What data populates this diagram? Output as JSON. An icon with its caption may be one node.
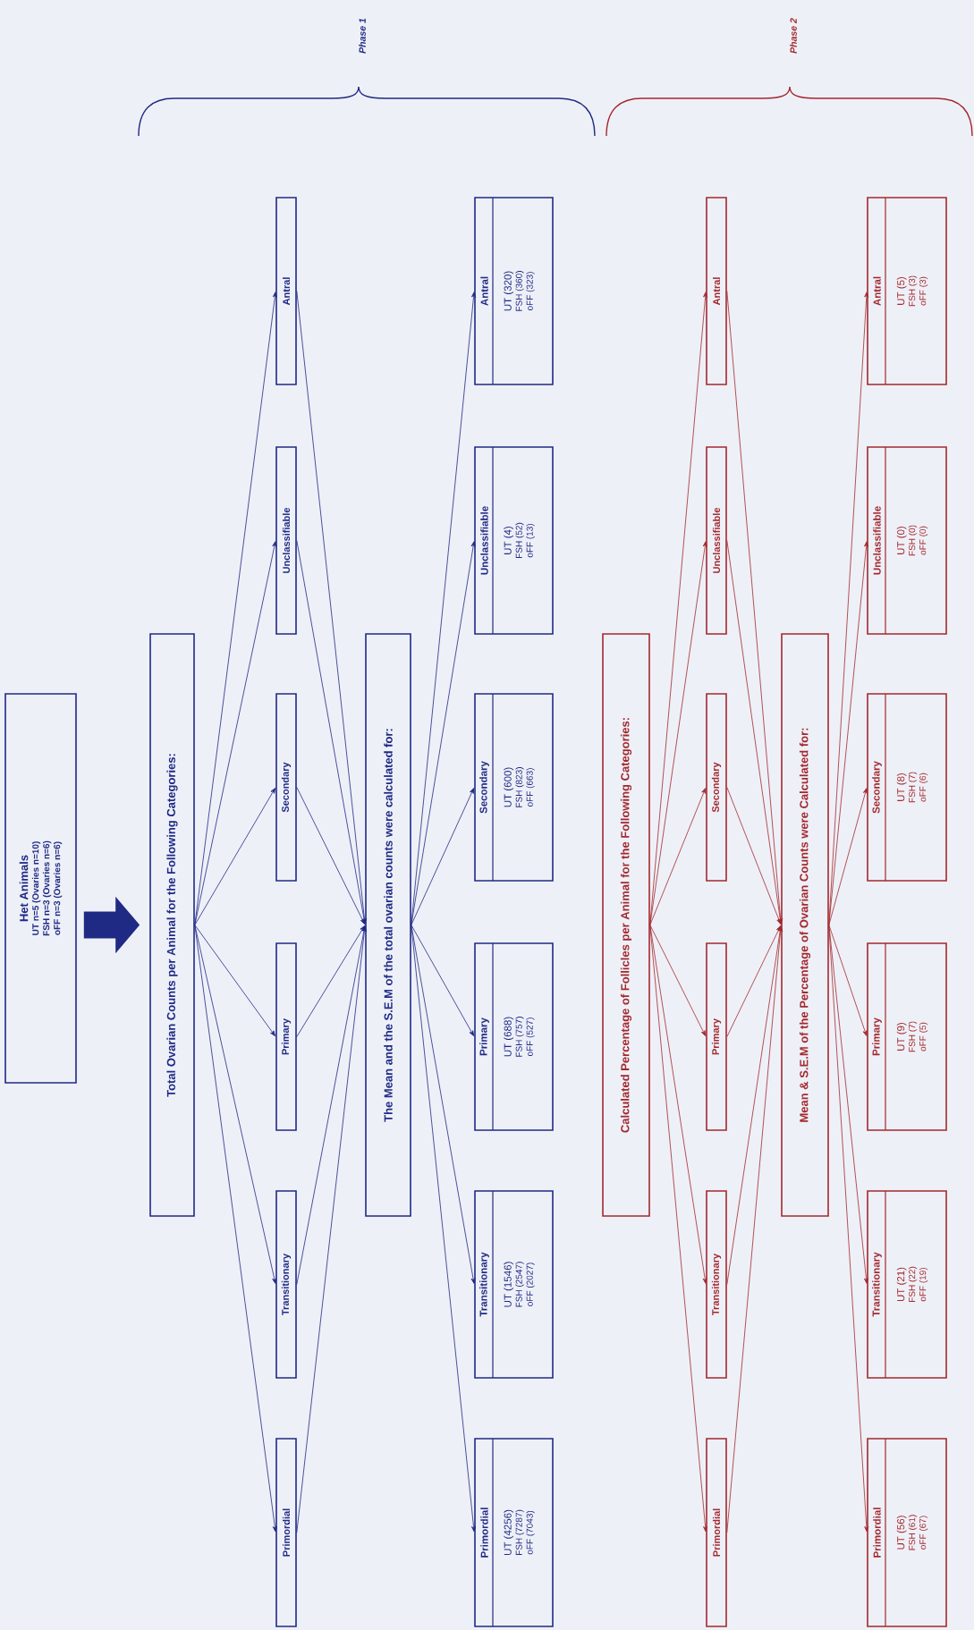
{
  "diagram": {
    "nodes": [
      {
        "text": [
          "Het Animals",
          "UT n=5 (Ovaries n=10)",
          "FSH n=3 (Ovaries n=6)",
          "oFF n=3 (Ovaries n=6)"
        ]
      },
      {
        "text": [
          "Total Ovarian Counts per Animal for the Following Categories:"
        ]
      },
      {
        "text": [
          "Primordial"
        ]
      },
      {
        "text": [
          "Transitionary"
        ]
      },
      {
        "text": [
          "Primary"
        ]
      },
      {
        "text": [
          "Secondary"
        ]
      },
      {
        "text": [
          "Unclassifiable"
        ]
      },
      {
        "text": [
          "Antral"
        ]
      },
      {
        "text": [
          "The Mean and the S.E.M of the total ovarian counts were calculated for:"
        ]
      },
      {
        "text": [
          "Primordial",
          "UT (4256)",
          "FSH (7287)",
          "oFF (7043)"
        ]
      },
      {
        "text": [
          "Transitionary",
          "UT (1546)",
          "FSH (2547)",
          "oFF (2027)"
        ]
      },
      {
        "text": [
          "Primary",
          "UT (688)",
          "FSH (757)",
          "oFF (527)"
        ]
      },
      {
        "text": [
          "Secondary",
          "UT (600)",
          "FSH (823)",
          "oFF (663)"
        ]
      },
      {
        "text": [
          "Unclassifiable",
          "UT (4)",
          "FSH (52)",
          "oFF (13)"
        ]
      },
      {
        "text": [
          "Antral",
          "UT (320)",
          "FSH (360)",
          "oFF (323)"
        ]
      },
      {
        "text": [
          "Calculated Percentage of Follicles per Animal for the Following Categories:"
        ]
      },
      {
        "text": [
          "Primordial"
        ]
      },
      {
        "text": [
          "Transitionary"
        ]
      },
      {
        "text": [
          "Primary"
        ]
      },
      {
        "text": [
          "Secondary"
        ]
      },
      {
        "text": [
          "Unclassifiable"
        ]
      },
      {
        "text": [
          "Antral"
        ]
      },
      {
        "text": [
          "Mean & S.E.M of the Percentage of Ovarian Counts were Calculated for:"
        ]
      },
      {
        "text": [
          "Primordial",
          "UT (56)",
          "FSH (61)",
          "oFF (67)"
        ]
      },
      {
        "text": [
          "Transitionary",
          "UT (21)",
          "FSH (22)",
          "oFF (19)"
        ]
      },
      {
        "text": [
          "Primary",
          "UT (9)",
          "FSH (7)",
          "oFF (5)"
        ]
      },
      {
        "text": [
          "Secondary",
          "UT (8)",
          "FSH (7)",
          "oFF (6)"
        ]
      },
      {
        "text": [
          "Unclassifiable",
          "UT (0)",
          "FSH (0)",
          "oFF (0)"
        ]
      },
      {
        "text": [
          "Antral",
          "UT (5)",
          "FSH (3)",
          "oFF (3)"
        ]
      }
    ],
    "edges": [
      {
        "from": 0,
        "to": 1,
        "arrow": "to",
        "style": "thick"
      },
      {
        "from": 1,
        "to": 2,
        "arrow": "to"
      },
      {
        "from": 1,
        "to": 3,
        "arrow": "to"
      },
      {
        "from": 1,
        "to": 4,
        "arrow": "to"
      },
      {
        "from": 1,
        "to": 5,
        "arrow": "to"
      },
      {
        "from": 1,
        "to": 6,
        "arrow": "to"
      },
      {
        "from": 1,
        "to": 7,
        "arrow": "to"
      },
      {
        "from": 2,
        "to": 8,
        "arrow": "to"
      },
      {
        "from": 3,
        "to": 8,
        "arrow": "to"
      },
      {
        "from": 4,
        "to": 8,
        "arrow": "to"
      },
      {
        "from": 5,
        "to": 8,
        "arrow": "to"
      },
      {
        "from": 6,
        "to": 8,
        "arrow": "to"
      },
      {
        "from": 7,
        "to": 8,
        "arrow": "to"
      },
      {
        "from": 8,
        "to": 9,
        "arrow": "to"
      },
      {
        "from": 8,
        "to": 10,
        "arrow": "to"
      },
      {
        "from": 8,
        "to": 11,
        "arrow": "to"
      },
      {
        "from": 8,
        "to": 12,
        "arrow": "to"
      },
      {
        "from": 8,
        "to": 13,
        "arrow": "to"
      },
      {
        "from": 8,
        "to": 14,
        "arrow": "to"
      },
      {
        "from": 15,
        "to": 16,
        "arrow": "to",
        "color": "#a3282e"
      },
      {
        "from": 15,
        "to": 17,
        "arrow": "to",
        "color": "#a3282e"
      },
      {
        "from": 15,
        "to": 18,
        "arrow": "to",
        "color": "#a3282e"
      },
      {
        "from": 15,
        "to": 19,
        "arrow": "to",
        "color": "#a3282e"
      },
      {
        "from": 15,
        "to": 20,
        "arrow": "to",
        "color": "#a3282e"
      },
      {
        "from": 15,
        "to": 21,
        "arrow": "to",
        "color": "#a3282e"
      },
      {
        "from": 16,
        "to": 22,
        "arrow": "to",
        "color": "#a3282e"
      },
      {
        "from": 17,
        "to": 22,
        "arrow": "to",
        "color": "#a3282e"
      },
      {
        "from": 18,
        "to": 22,
        "arrow": "to",
        "color": "#a3282e"
      },
      {
        "from": 19,
        "to": 22,
        "arrow": "to",
        "color": "#a3282e"
      },
      {
        "from": 20,
        "to": 22,
        "arrow": "to",
        "color": "#a3282e"
      },
      {
        "from": 21,
        "to": 22,
        "arrow": "to",
        "color": "#a3282e"
      },
      {
        "from": 22,
        "to": 23,
        "arrow": "to",
        "color": "#a3282e"
      },
      {
        "from": 22,
        "to": 24,
        "arrow": "to",
        "color": "#a3282e"
      },
      {
        "from": 22,
        "to": 25,
        "arrow": "to",
        "color": "#a3282e"
      },
      {
        "from": 22,
        "to": 26,
        "arrow": "to",
        "color": "#a3282e"
      },
      {
        "from": 22,
        "to": 27,
        "arrow": "to",
        "color": "#a3282e"
      },
      {
        "from": 22,
        "to": 28,
        "arrow": "to",
        "color": "#a3282e"
      }
    ],
    "labels": [
      "Phase 1",
      "Phase 2"
    ]
  }
}
